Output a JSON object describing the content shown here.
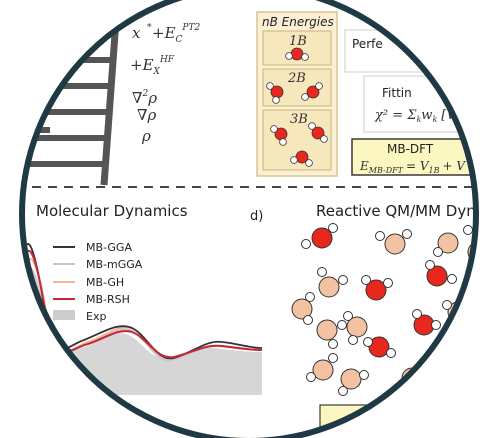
{
  "ladder_panel": {
    "terms": [
      "+E_X^{HF}",
      "∇²ρ",
      "∇ρ",
      "ρ"
    ],
    "top_term_a": "x",
    "top_term_b": "+E",
    "top_term_sub": "C",
    "top_term_sup": "PT2",
    "hf_sup": "HF",
    "hf_sub": "X"
  },
  "nb_panel": {
    "title": "nB Energies",
    "labels": [
      "1B",
      "2B",
      "3B"
    ]
  },
  "fitting_panel": {
    "perf_text": "Perfe",
    "fitting_text": "Fittin",
    "chi_text": "χ² = Σ",
    "chi_sub": "k",
    "chi_tail": "w",
    "chi_tail_sub": "k",
    "chi_bracket": "[V"
  },
  "mbdft_panel": {
    "title": "MB-DFT",
    "equation_lhs": "E",
    "lhs_sub": "MB-DFT",
    "equation_rhs": "= V",
    "rhs_sub": "1B",
    "rhs_tail": "+ V"
  },
  "md_panel": {
    "title": "Molecular Dynamics",
    "legend": [
      {
        "label": "MB-GGA",
        "color": "#333333"
      },
      {
        "label": "MB-mGGA",
        "color": "#c8c8c8"
      },
      {
        "label": "MB-GH",
        "color": "#f1b79a"
      },
      {
        "label": "MB-RSH",
        "color": "#c62839"
      },
      {
        "label": "Exp",
        "color": "#cccccc"
      }
    ]
  },
  "qmmm_panel": {
    "panel_letter": "d)",
    "title": "Reactive QM/MM Dyna"
  },
  "colors": {
    "ring": "#1f3a44",
    "oxygen_red": "#e8271e",
    "oxygen_peach": "#f3c2a3",
    "box_fill": "#fbf0d3",
    "box_stroke": "#d8c592",
    "mbdft_fill": "#fcf6c0",
    "mbdft_stroke": "#3a3a3a"
  }
}
